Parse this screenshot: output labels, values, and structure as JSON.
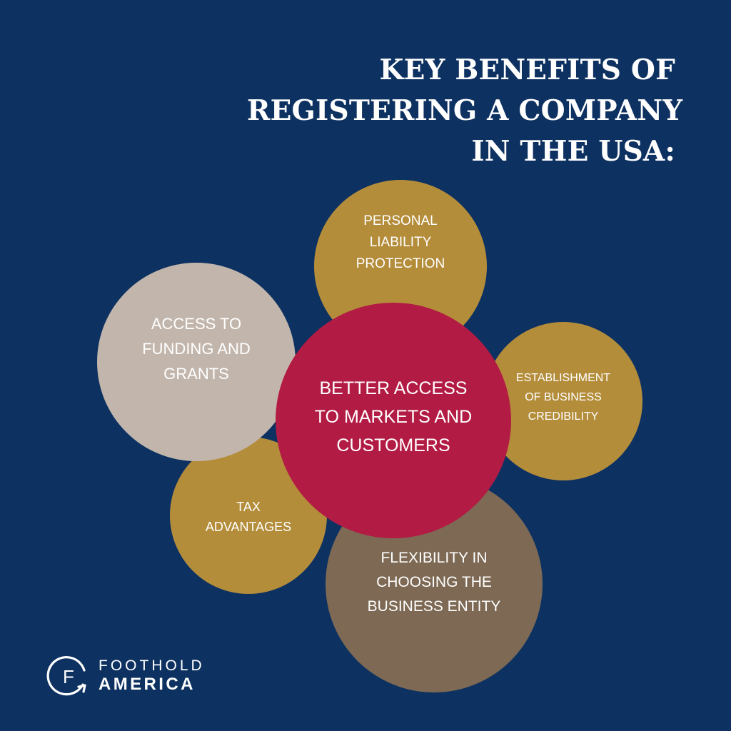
{
  "title": {
    "lines": [
      "KEY BENEFITS OF",
      "REGISTERING A COMPANY",
      "IN THE USA:"
    ]
  },
  "colors": {
    "background": "#0d3161",
    "gold": "#b48d3b",
    "light": "#c2b6ac",
    "brown": "#7d6954",
    "crimson": "#b21b44"
  },
  "bubbles": {
    "center": [
      "BETTER ACCESS",
      "TO MARKETS AND",
      "CUSTOMERS"
    ],
    "liability": [
      "PERSONAL",
      "LIABILITY",
      "PROTECTION"
    ],
    "funding": [
      "ACCESS TO",
      "FUNDING AND",
      "GRANTS"
    ],
    "tax": [
      "TAX",
      "ADVANTAGES"
    ],
    "credibility": [
      "ESTABLISHMENT",
      "OF BUSINESS",
      "CREDIBILITY"
    ],
    "flexibility": [
      "FLEXIBILITY IN",
      "CHOOSING THE",
      "BUSINESS ENTITY"
    ]
  },
  "logo": {
    "mark_letter": "F",
    "line1": "FOOTHOLD",
    "line2": "AMERICA",
    "icon": "circular-arrow-f-icon"
  }
}
